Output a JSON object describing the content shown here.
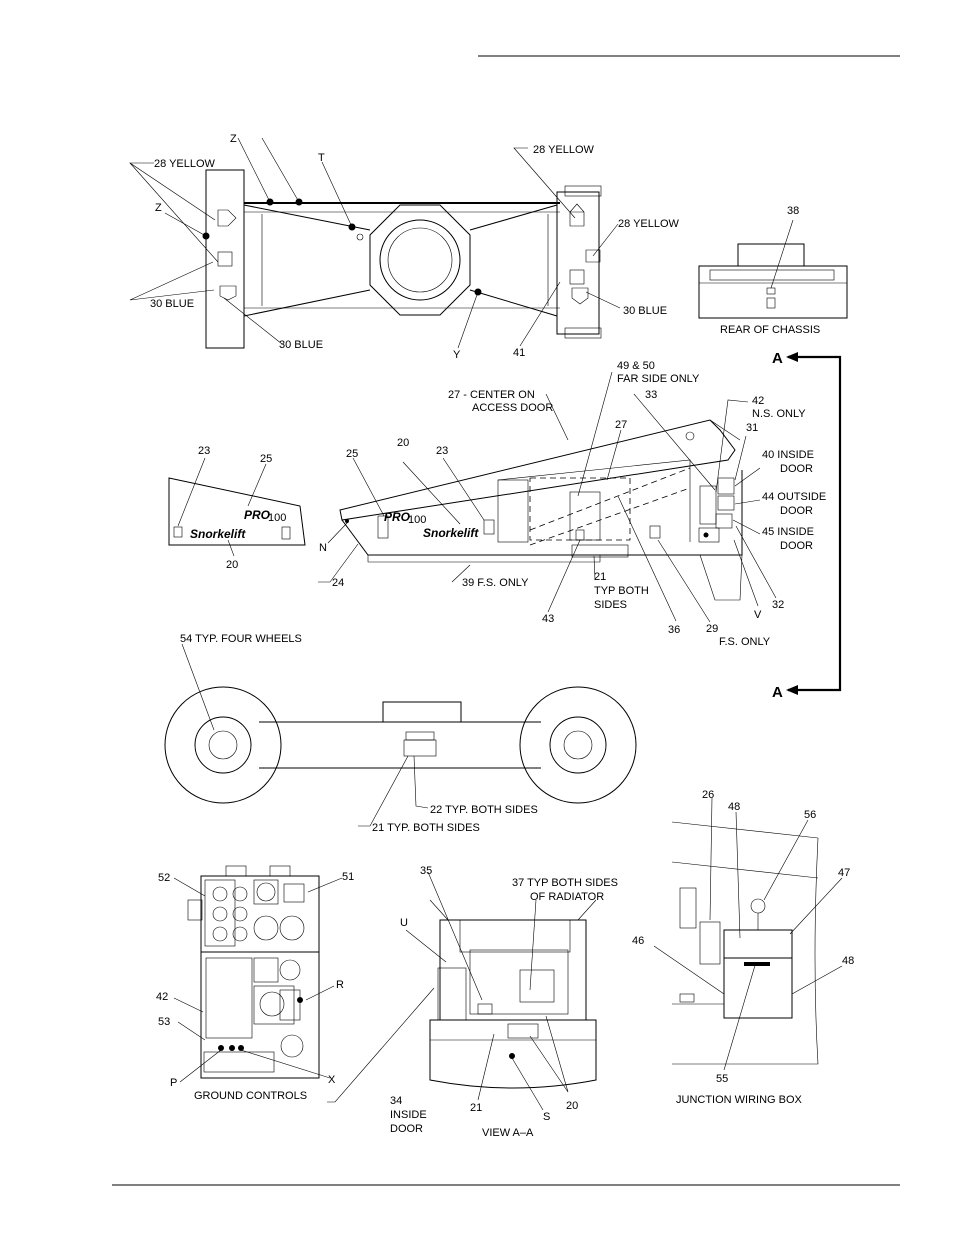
{
  "callouts": {
    "top_z_upper": "Z",
    "t": "T",
    "yellow_28_left": "28 YELLOW",
    "z": "Z",
    "blue_30_left": "30 BLUE",
    "blue_30_bottom": "30 BLUE",
    "y": "Y",
    "yellow_28_right_top": "28 YELLOW",
    "yellow_28_right": "28 YELLOW",
    "blue_30_right": "30 BLUE",
    "n41": "41",
    "n38": "38",
    "rear_of_chassis": "REAR OF CHASSIS",
    "a_top": "A",
    "a_bottom": "A",
    "n49_50": "49 & 50",
    "far_side_only": "FAR SIDE ONLY",
    "n27_center": "27 - CENTER ON",
    "access_door": "ACCESS DOOR",
    "n33": "33",
    "n42": "42",
    "ns_only": "N.S. ONLY",
    "n31": "31",
    "n27": "27",
    "n40_inside": "40 INSIDE",
    "door_40": "DOOR",
    "n44_outside": "44 OUTSIDE",
    "door_44": "DOOR",
    "n45_inside": "45 INSIDE",
    "door_45": "DOOR",
    "n23_left": "23",
    "n25_left": "25",
    "n20_left": "20",
    "n25_mid": "25",
    "n20_mid": "20",
    "n23_mid": "23",
    "n_label": "N",
    "n24": "24",
    "n39": "39 F.S. ONLY",
    "n21_typ": "21",
    "typ_both": "TYP BOTH",
    "sides": "SIDES",
    "n43": "43",
    "n36": "36",
    "n29": "29",
    "fs_only": "F.S. ONLY",
    "v": "V",
    "n32": "32",
    "n54": "54 TYP. FOUR WHEELS",
    "n22": "22 TYP. BOTH SIDES",
    "n21_both": "21 TYP. BOTH SIDES",
    "n52": "52",
    "n51": "51",
    "r": "R",
    "n42_gc": "42",
    "n53": "53",
    "p": "P",
    "x": "X",
    "ground_controls": "GROUND CONTROLS",
    "n35": "35",
    "n37": "37 TYP BOTH SIDES",
    "of_radiator": "OF RADIATOR",
    "u": "U",
    "n34": "34",
    "inside": "INSIDE",
    "door_34": "DOOR",
    "n21_view": "21",
    "s": "S",
    "n20_view": "20",
    "view_aa": "VIEW A–A",
    "n26": "26",
    "n48_top": "48",
    "n56": "56",
    "n47": "47",
    "n46": "46",
    "n48_right": "48",
    "n55": "55",
    "junction": "JUNCTION WIRING BOX"
  },
  "decals": {
    "pro": "PRO",
    "model": "100",
    "brand": "Snorkelift"
  }
}
